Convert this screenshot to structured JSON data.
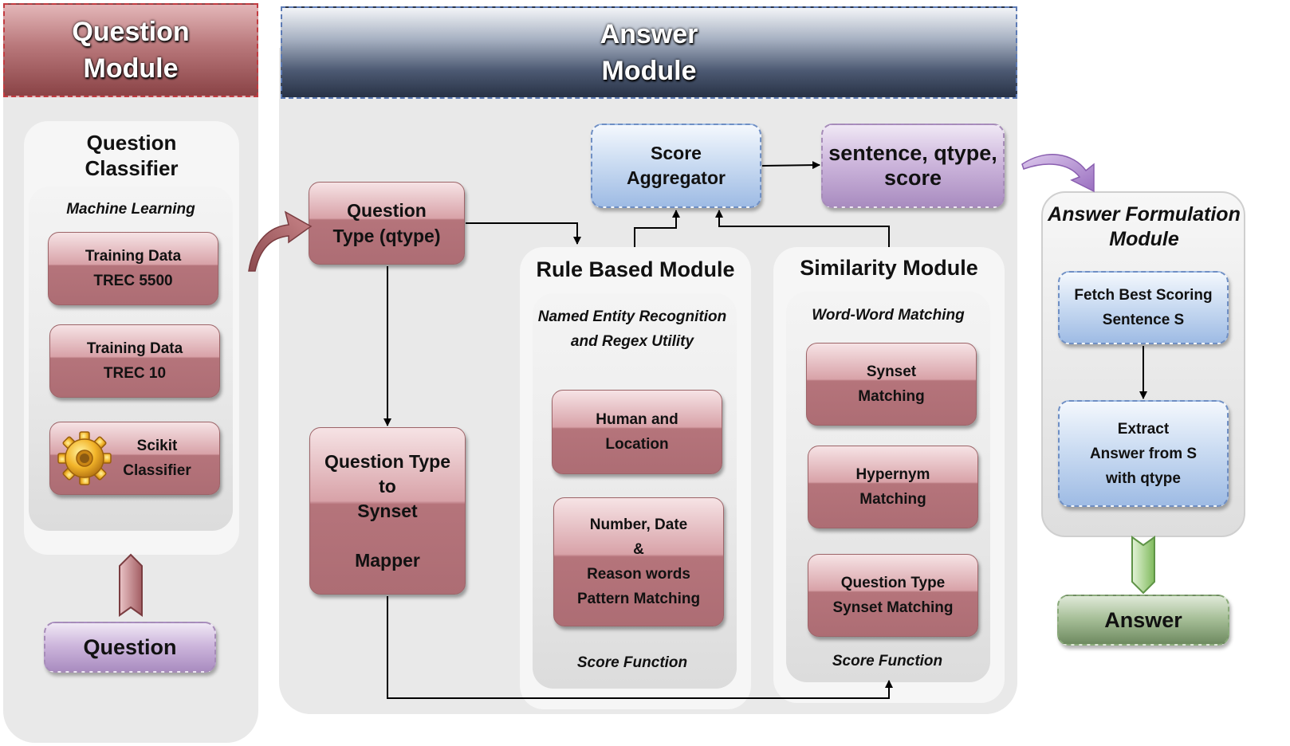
{
  "question_module": {
    "header": "Question\nModule",
    "classifier_title": "Question\nClassifier",
    "ml_label": "Machine Learning",
    "boxes": [
      "Training Data\nTREC 5500",
      "Training Data\nTREC 10",
      "Scikit\nClassifier"
    ],
    "question_label": "Question",
    "gear_icon": "gear-icon"
  },
  "answer_module": {
    "header": "Answer\nModule",
    "qtype_box": "Question\nType (qtype)",
    "mapper_box": "Question Type\nto\nSynset\n\nMapper",
    "score_aggregator": "Score\nAggregator",
    "output_box": "sentence, qtype,\nscore",
    "rule_based": {
      "title": "Rule Based Module",
      "subtitle": "Named Entity Recognition\nand Regex Utility",
      "boxes": [
        "Human and\nLocation",
        "Number, Date\n&\nReason words\nPattern Matching"
      ],
      "score_label": "Score Function"
    },
    "similarity": {
      "title": "Similarity Module",
      "subtitle": "Word-Word Matching",
      "boxes": [
        "Synset\nMatching",
        "Hypernym\nMatching",
        "Question Type\nSynset Matching"
      ],
      "score_label": "Score Function"
    }
  },
  "answer_formulation": {
    "title": "Answer Formulation\nModule",
    "boxes": [
      "Fetch Best Scoring\nSentence S",
      "Extract\nAnswer from S\nwith qtype"
    ],
    "answer_label": "Answer"
  },
  "colors": {
    "question_header": "#a85e62",
    "answer_header": "#3c4a62",
    "red_box": "#b5747b",
    "blue_box": "#9ebbe4",
    "purple_box": "#a98cc0",
    "green_box": "#6e8a60"
  }
}
